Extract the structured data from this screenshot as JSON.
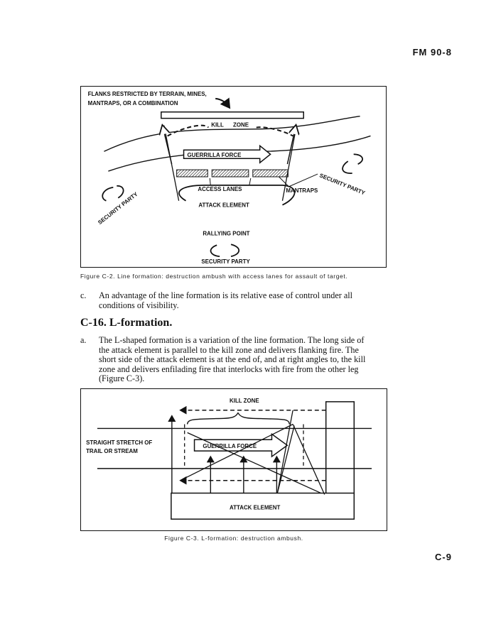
{
  "header": {
    "manual_id": "FM 90-8"
  },
  "figure1": {
    "labels": {
      "flanks_line1": "FLANKS RESTRICTED BY TERRAIN, MINES,",
      "flanks_line2": "MANTRAPS, OR A COMBINATION",
      "kill": "KILL",
      "zone": "ZONE",
      "guerrilla_force": "GUERRILLA FORCE",
      "access_lanes": "ACCESS LANES",
      "mantraps": "MANTRAPS",
      "attack_element": "ATTACK ELEMENT",
      "rallying_point": "RALLYING POINT",
      "security_party": "SECURITY PARTY"
    },
    "caption": "Figure C-2. Line formation: destruction ambush with access lanes for assault of target."
  },
  "paragraph_c": {
    "letter": "c.",
    "text": "An advantage of the line formation is its relative ease of control under all conditions of visibility."
  },
  "section": {
    "title": "C-16. L-formation."
  },
  "paragraph_a": {
    "letter": "a.",
    "text": "The L-shaped formation is a variation of the line formation. The long side of the attack element is parallel to the kill zone and delivers flanking fire. The short side of the attack element is at the end of, and at right angles to, the kill zone and delivers enfilading fire that interlocks with fire from the other leg (Figure C-3)."
  },
  "figure2": {
    "labels": {
      "kill_zone": "KILL ZONE",
      "straight_line1": "STRAIGHT STRETCH OF",
      "straight_line2": "TRAIL OR STREAM",
      "guerrilla_force": "GUERRILLA FORCE",
      "attack_element": "ATTACK ELEMENT"
    },
    "caption": "Figure C-3. L-formation: destruction ambush."
  },
  "footer": {
    "page_number": "C-9"
  }
}
